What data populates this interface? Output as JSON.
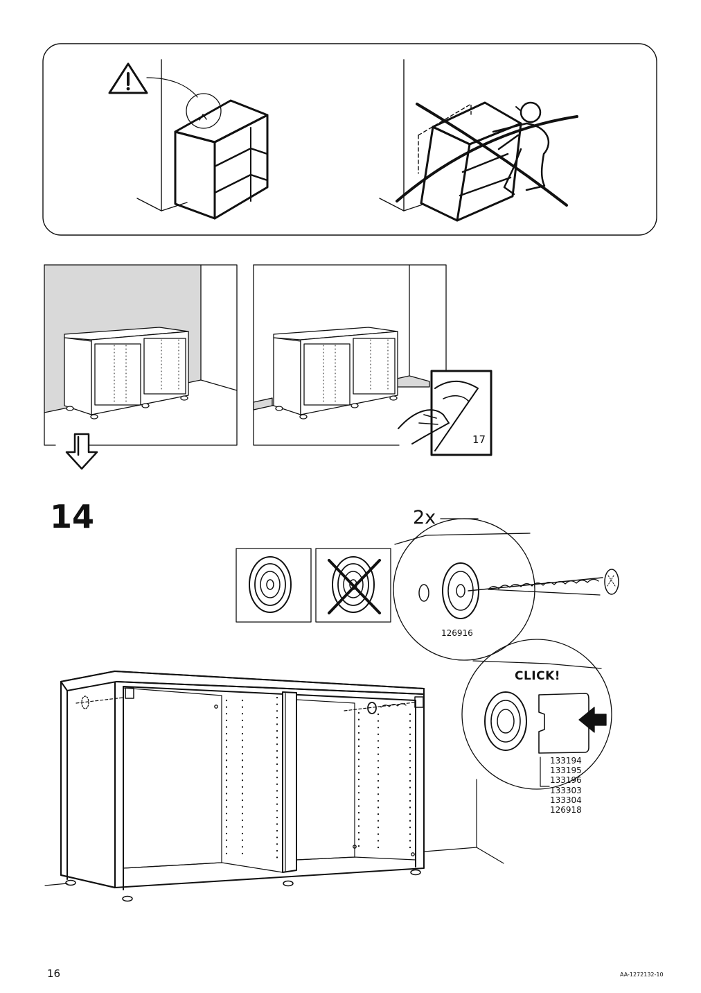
{
  "step": {
    "number": "14"
  },
  "parts": {
    "quantity": "2x",
    "screw_code": "126916",
    "click_label": "CLICK!",
    "article_numbers": [
      "133194",
      "133195",
      "133196",
      "133303",
      "133304",
      "126918"
    ]
  },
  "sticker": {
    "number": "17"
  },
  "footer": {
    "page_number": "16",
    "document_code": "AA-1272132-10"
  },
  "icons": {
    "warning": "warning-triangle-icon",
    "not_allowed": "cross-out-icon",
    "turn_page": "down-arrow-icon",
    "push": "push-arrow-icon"
  }
}
